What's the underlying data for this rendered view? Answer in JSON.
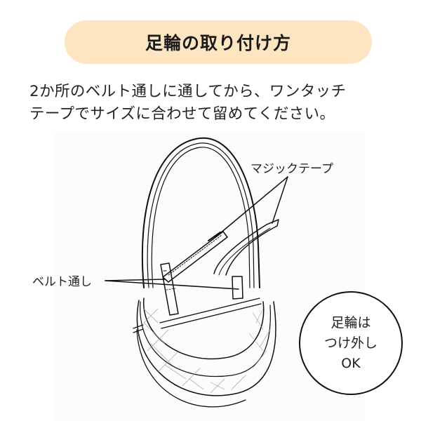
{
  "header": {
    "title": "足輪の取り付け方",
    "pill_color": "#fde5c2"
  },
  "instructions": {
    "lines": [
      "2か所のベルト通しに通してから、ワンタッチ",
      "テープでサイズに合わせて留めてください。"
    ]
  },
  "illustration": {
    "labels": {
      "magic_tape": "マジックテープ",
      "belt_loop": "ベルト通し"
    }
  },
  "badge": {
    "lines": [
      "足輪は",
      "つけ外し",
      "OK"
    ]
  }
}
